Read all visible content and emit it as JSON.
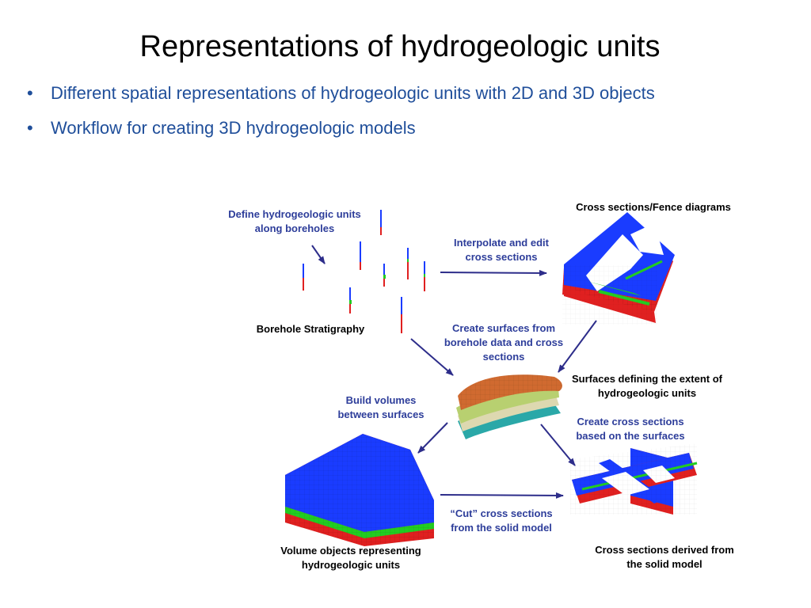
{
  "slide": {
    "title": "Representations of hydrogeologic units",
    "bullets": [
      "Different spatial representations of hydrogeologic units with 2D and 3D objects",
      "Workflow for creating 3D hydrogeologic models"
    ]
  },
  "diagram": {
    "labels": {
      "define_units": "Define hydrogeologic units along boreholes",
      "borehole_stratigraphy": "Borehole Stratigraphy",
      "interpolate_edit": "Interpolate and edit cross sections",
      "cross_sections_fence": "Cross sections/Fence diagrams",
      "create_surfaces": "Create surfaces from borehole data and cross sections",
      "surfaces_extent": "Surfaces defining the extent of hydrogeologic units",
      "build_volumes": "Build volumes between surfaces",
      "create_cross_sections": "Create cross sections based on the surfaces",
      "cut_cross_sections": "“Cut” cross sections from the solid model",
      "volume_objects": "Volume objects representing hydrogeologic units",
      "cross_sections_derived": "Cross sections derived from the  solid model"
    },
    "colors": {
      "label_blue": "#2d3d9a",
      "arrow": "#2d2d8a",
      "unit_blue": "#1a3cff",
      "unit_red": "#e02020",
      "unit_green": "#22cc22"
    }
  }
}
